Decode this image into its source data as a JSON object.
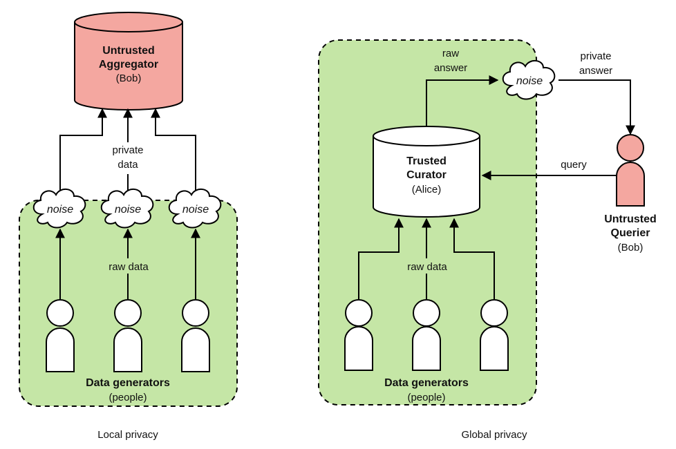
{
  "local": {
    "aggregator": {
      "line1": "Untrusted",
      "line2": "Aggregator",
      "line3": "(Bob)"
    },
    "noise": [
      "noise",
      "noise",
      "noise"
    ],
    "private_data": {
      "line1": "private",
      "line2": "data"
    },
    "raw_data": "raw data",
    "generators": {
      "title": "Data generators",
      "subtitle": "(people)"
    },
    "caption": "Local privacy"
  },
  "global": {
    "raw_answer": {
      "line1": "raw",
      "line2": "answer"
    },
    "noise": "noise",
    "private_answer": {
      "line1": "private",
      "line2": "answer"
    },
    "curator": {
      "line1": "Trusted",
      "line2": "Curator",
      "line3": "(Alice)"
    },
    "query": "query",
    "querier": {
      "line1": "Untrusted",
      "line2": "Querier",
      "line3": "(Bob)"
    },
    "raw_data": "raw data",
    "generators": {
      "title": "Data generators",
      "subtitle": "(people)"
    },
    "caption": "Global privacy"
  },
  "colors": {
    "green_region": "#c5e6a6",
    "untrusted": "#f4a7a0",
    "stroke": "#000000"
  }
}
